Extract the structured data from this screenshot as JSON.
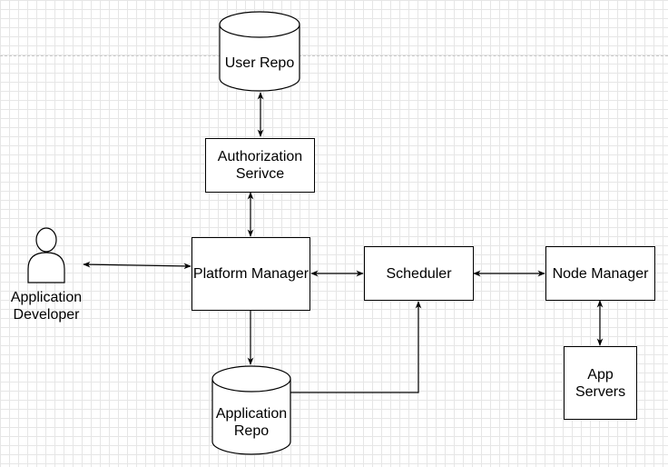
{
  "nodes": {
    "user_repo": "User Repo",
    "authorization_service": "Authorization\nSerivce",
    "application_developer": "Application\nDeveloper",
    "platform_manager": "Platform Manager",
    "scheduler": "Scheduler",
    "node_manager": "Node Manager",
    "application_repo": "Application\nRepo",
    "app_servers": "App\nServers"
  },
  "edges": [
    {
      "from": "user_repo",
      "to": "authorization_service",
      "bidirectional": true
    },
    {
      "from": "authorization_service",
      "to": "platform_manager",
      "bidirectional": true
    },
    {
      "from": "application_developer",
      "to": "platform_manager",
      "bidirectional": true
    },
    {
      "from": "platform_manager",
      "to": "scheduler",
      "bidirectional": true
    },
    {
      "from": "scheduler",
      "to": "node_manager",
      "bidirectional": true
    },
    {
      "from": "node_manager",
      "to": "app_servers",
      "bidirectional": true
    },
    {
      "from": "platform_manager",
      "to": "application_repo",
      "bidirectional": false
    },
    {
      "from": "application_repo",
      "to": "scheduler",
      "bidirectional": false
    }
  ]
}
